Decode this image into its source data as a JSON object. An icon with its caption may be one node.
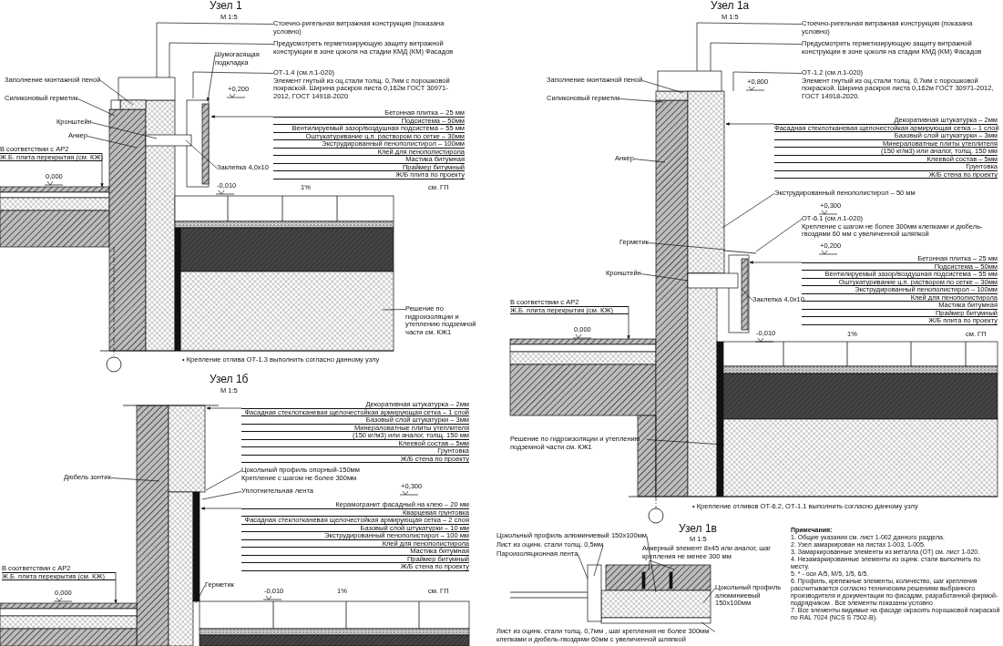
{
  "diagram": {
    "nodes": [
      {
        "text": [
          "Стоечно-ригельная витражная конструкция (показана условно)"
        ]
      },
      {
        "text": [
          "Предусмотреть герметизирующую защиту витражной конструкции в зоне цоколя на стадии КМД (КМ) Фасадов"
        ]
      },
      {
        "text": [
          "ОТ-1.4 (см.л.1-020)",
          "Элемент гнутый из оц.стали толщ. 0,7мм с порошковой покраской. Ширина раскроя листа 0,162м ГОСТ 30971-2012, ГОСТ 14918-2020"
        ]
      },
      {
        "text": [
          "Заполнение монтажной пеной"
        ]
      },
      {
        "text": [
          "Силиконовый герметик"
        ]
      },
      {
        "text": [
          "Кронштейн"
        ]
      },
      {
        "text": [
          "Анкер"
        ]
      },
      {
        "text": [
          "Шумогасящая подкладка"
        ]
      },
      {
        "text": [
          "Заклепка 4,0х10"
        ]
      },
      {
        "text": [
          "Бетонная плитка – 25 мм",
          "Подсистема – 50мм",
          "Вентилируемый зазор/воздушная подсистема – 55 мм",
          "Оштукатуривание ц.п. раствором по сетке – 30мм",
          "Экструдированный пенополистирол – 100мм",
          "Клей для пенополистирола",
          "Мастика битумная",
          "Праймер битумный",
          "Ж/Б плита по проекту"
        ]
      },
      {
        "text": [
          "В соответствии с АР2",
          "Ж.Б. плита перекрытия (см. КЖ)"
        ]
      },
      {
        "text": [
          "Решение по гидроизоляции и утеплению подземной части см. КЖ1"
        ]
      },
      {
        "text": [
          "Стоечно-ригельная витражная конструкция (показана условно)"
        ]
      },
      {
        "text": [
          "Предусмотреть герметизирующую защиту витражной конструкции в зоне цоколя на стадии КМД (КМ) Фасадов"
        ]
      },
      {
        "text": [
          "ОТ-1.2 (см.л.1-020)",
          "Элемент гнутый из оц.стали толщ. 0,7мм с порошковой покраской. Ширина раскроя листа 0,162м ГОСТ 30971-2012, ГОСТ 14918-2020."
        ]
      },
      {
        "text": [
          "Заполнение монтажной пеной"
        ]
      },
      {
        "text": [
          "Силиконовый герметик"
        ]
      },
      {
        "text": [
          "Декоративная штукатурка – 2мм",
          "Фасадная стеклотканевая щелочестойкая армирующая сетка – 1 слой",
          "Базовый слой штукатурки – 3мм",
          "Минераловатные плиты утеплителя",
          "(150 кг/м3) или аналог, толщ. 150 мм",
          "Клеевой состав – 5мм",
          "Грунтовка",
          "Ж/Б стена по проекту"
        ]
      },
      {
        "text": [
          "Анкер"
        ]
      },
      {
        "text": [
          "Экструдированный пенополистирол – 50 мм"
        ]
      },
      {
        "text": [
          "ОТ-6.1 (см.л.1-020)",
          "Крепление с шагом не более 300мм клепками и дюбель-гвоздями 60 мм с увеличенной шляпкой"
        ]
      },
      {
        "text": [
          "Герметик"
        ]
      },
      {
        "text": [
          "Кронштейн"
        ]
      },
      {
        "text": [
          "Заклепка 4,0х10"
        ]
      },
      {
        "text": [
          "Бетонная плитка – 25 мм",
          "Подсистема – 50мм",
          "Вентилируемый зазор/воздушная подсистема – 55 мм",
          "Оштукатуривание ц.п. раствором по сетке – 30мм",
          "Экструдированный пенополистирол – 100мм",
          "Клей для пенополистирола",
          "Мастика битумная",
          "Праймер битумный",
          "Ж/Б плита по проекту"
        ]
      },
      {
        "text": [
          "В соответствии с АР2",
          "Ж.Б. плита перекрытия (см. КЖ)"
        ]
      },
      {
        "text": [
          "Решение по гидроизоляции и утеплению подземной части см. КЖ1"
        ]
      },
      {
        "text": [
          "Декоративная штукатурка – 2мм",
          "Фасадная стеклотканевая щелочестойкая армирующая сетка – 1 слой",
          "Базовый слой штукатурки – 3мм",
          "Минераловатные плиты утеплителя",
          "(150 кг/м3) или аналог, толщ. 150 мм",
          "Клеевой состав – 5мм",
          "Грунтовка",
          "Ж/Б стена по проекту"
        ]
      },
      {
        "text": [
          "Дюбель зонтик"
        ]
      },
      {
        "text": [
          "Цокольный профиль опорный-150мм",
          "Крепление с шагом не более 300мм"
        ]
      },
      {
        "text": [
          "Уплотнительная лента"
        ]
      },
      {
        "text": [
          "Керамогранит фасадный на клею – 20 мм",
          "Кварцевая грунтовка",
          "Фасадная стеклотканевая щелочестойкая армирующая сетка – 2 слоя",
          "Базовый слой штукатурки – 10 мм",
          "Экструдированный пенополистирол – 100 мм",
          "Клей для пенополистирола",
          "Мастика битумная",
          "Праймер битумный",
          "Ж/Б стена по проекту"
        ]
      },
      {
        "text": [
          "Герметик"
        ]
      },
      {
        "text": [
          "В соответствии с АР2",
          "Ж.Б. плита перекрытия (см. КЖ)"
        ]
      },
      {
        "text": [
          "Цокольный профиль алюминиевый 150х100мм"
        ]
      },
      {
        "text": [
          "Лист из оцинк. стали толщ. 0,5мм"
        ]
      },
      {
        "text": [
          "Пароизоляционная лента"
        ]
      },
      {
        "text": [
          "Анкерный элемент 8х45 или аналог, шаг крепления не менее 300 мм"
        ]
      },
      {
        "text": [
          "Цокольный профиль алюминиевый 150х100мм"
        ]
      },
      {
        "text": [
          "Лист из оцинк. стали толщ. 0,7мм , шаг крепления не более 300мм клепками и дюбель-гвоздями 60мм с увеличенной шляпкой"
        ]
      }
    ],
    "edges": [
      {
        "from": 0,
        "to": null,
        "arrow": "none"
      },
      {
        "from": 1,
        "to": null,
        "arrow": "none"
      },
      {
        "from": 2,
        "to": null,
        "arrow": "none"
      },
      {
        "from": 3,
        "to": null,
        "arrow": "none"
      },
      {
        "from": 4,
        "to": null,
        "arrow": "none"
      },
      {
        "from": 5,
        "to": null,
        "arrow": "none"
      },
      {
        "from": 6,
        "to": null,
        "arrow": "none"
      },
      {
        "from": 7,
        "to": null,
        "arrow": "to"
      },
      {
        "from": 8,
        "to": null,
        "arrow": "none"
      },
      {
        "from": 9,
        "to": null,
        "arrow": "to"
      },
      {
        "from": 10,
        "to": null,
        "arrow": "to"
      },
      {
        "from": 11,
        "to": null,
        "arrow": "none"
      },
      {
        "from": 12,
        "to": null,
        "arrow": "none"
      },
      {
        "from": 13,
        "to": null,
        "arrow": "none"
      },
      {
        "from": 14,
        "to": null,
        "arrow": "none"
      },
      {
        "from": 15,
        "to": null,
        "arrow": "none"
      },
      {
        "from": 16,
        "to": null,
        "arrow": "none"
      },
      {
        "from": 17,
        "to": null,
        "arrow": "to"
      },
      {
        "from": 18,
        "to": null,
        "arrow": "none"
      },
      {
        "from": 19,
        "to": null,
        "arrow": "none"
      },
      {
        "from": 20,
        "to": null,
        "arrow": "none"
      },
      {
        "from": 21,
        "to": null,
        "arrow": "none"
      },
      {
        "from": 22,
        "to": null,
        "arrow": "none"
      },
      {
        "from": 23,
        "to": null,
        "arrow": "none"
      },
      {
        "from": 24,
        "to": null,
        "arrow": "to"
      },
      {
        "from": 25,
        "to": null,
        "arrow": "to"
      },
      {
        "from": 26,
        "to": null,
        "arrow": "none"
      },
      {
        "from": 27,
        "to": null,
        "arrow": "to"
      },
      {
        "from": 28,
        "to": null,
        "arrow": "none"
      },
      {
        "from": 29,
        "to": null,
        "arrow": "none"
      },
      {
        "from": 30,
        "to": null,
        "arrow": "none"
      },
      {
        "from": 31,
        "to": null,
        "arrow": "to"
      },
      {
        "from": 32,
        "to": null,
        "arrow": "none"
      },
      {
        "from": 33,
        "to": null,
        "arrow": "to"
      },
      {
        "from": 34,
        "to": null,
        "arrow": "none"
      },
      {
        "from": 35,
        "to": null,
        "arrow": "none"
      },
      {
        "from": 36,
        "to": null,
        "arrow": "none"
      },
      {
        "from": 37,
        "to": null,
        "arrow": "none"
      },
      {
        "from": 37,
        "to": null,
        "arrow": "none"
      },
      {
        "from": 38,
        "to": null,
        "arrow": "none"
      },
      {
        "from": 39,
        "to": null,
        "arrow": "none"
      }
    ],
    "labels": [
      "Узел 1",
      "М 1:5",
      "• Крепление отлива ОТ-1.3 выполнить согласно данному узлу",
      "+0,200",
      "0,000",
      "-0,010",
      "1%",
      "см. ГП",
      "Узел 1а",
      "М 1:5",
      "+0,800",
      "+0,300",
      "+0,200",
      "0,000",
      "-0,010",
      "1%",
      "см. ГП",
      "• Крепление отливов ОТ-6.2, ОТ-1.1 выполнить согласно данному узлу",
      "Узел 1б",
      "М 1:5",
      "+0,300",
      "0,000",
      "-0,010",
      "1%",
      "см. ГП",
      "Узел 1в",
      "М 1:5",
      "Примечания:",
      "1. Общие указания см. лист 1-002 данного раздела.",
      "2. Узел замаркирован на листах 1-003, 1-005.",
      "3. Замаркированные элементы из металла (ОТ) см. лист 1-020.",
      "4. Незамаркированные элементы из оцинк. стали выполнить по месту.",
      "5. * - оси А/5, М/5, 1/5, 6/5.",
      "6. Профиль, крепежные элементы, количество, шаг крепления рассчитывается согласно техническим решениям выбранного производителя и документации по фасадам, разработанной фирмой-подрядчиком . Все элементы показаны условно",
      "7. Все элементы видимые на фасаде окрасить порошковой покраской по RAL 7024 (NCS S 7502-B)."
    ]
  }
}
